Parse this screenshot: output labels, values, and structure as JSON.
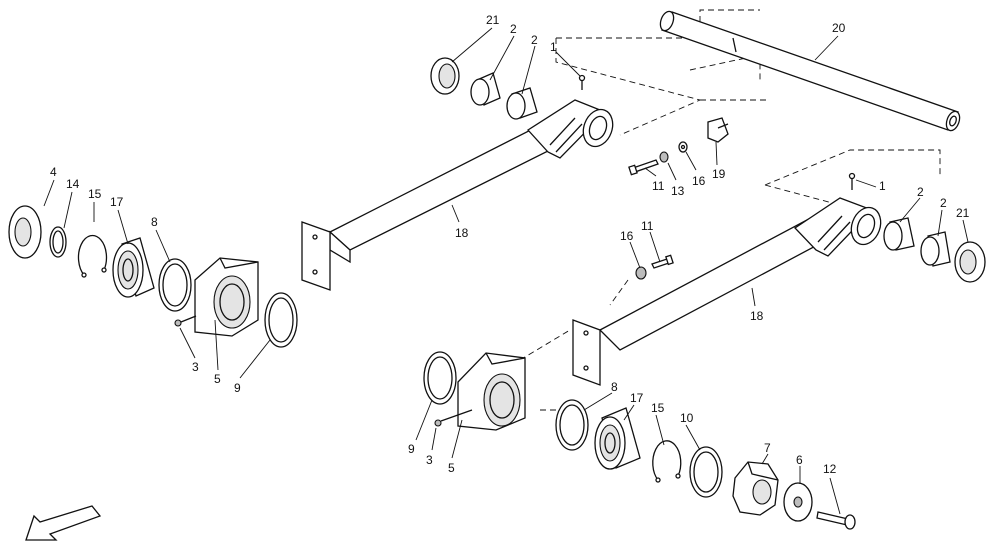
{
  "colors": {
    "line": "#111111",
    "background": "#ffffff",
    "shade": "#e4e4e4"
  },
  "callouts": {
    "c21_top": "21",
    "c2_top_a": "2",
    "c2_top_b": "2",
    "c1_top": "1",
    "c20": "20",
    "c4": "4",
    "c14": "14",
    "c15_left": "15",
    "c17_left": "17",
    "c8_left": "8",
    "c18_upper": "18",
    "c3_left": "3",
    "c5_left": "5",
    "c9_left": "9",
    "c11_top": "11",
    "c13": "13",
    "c16_top": "16",
    "c19": "19",
    "c1_right": "1",
    "c2_right_a": "2",
    "c2_right_b": "2",
    "c21_right": "21",
    "c16_mid": "16",
    "c11_mid": "11",
    "c18_lower": "18",
    "c9_bottom": "9",
    "c3_bottom": "3",
    "c5_bottom": "5",
    "c8_bottom": "8",
    "c17_bottom": "17",
    "c15_bottom": "15",
    "c10": "10",
    "c7": "7",
    "c6": "6",
    "c12": "12"
  },
  "icons": {
    "direction_arrow": "arrow-down-left-icon"
  }
}
